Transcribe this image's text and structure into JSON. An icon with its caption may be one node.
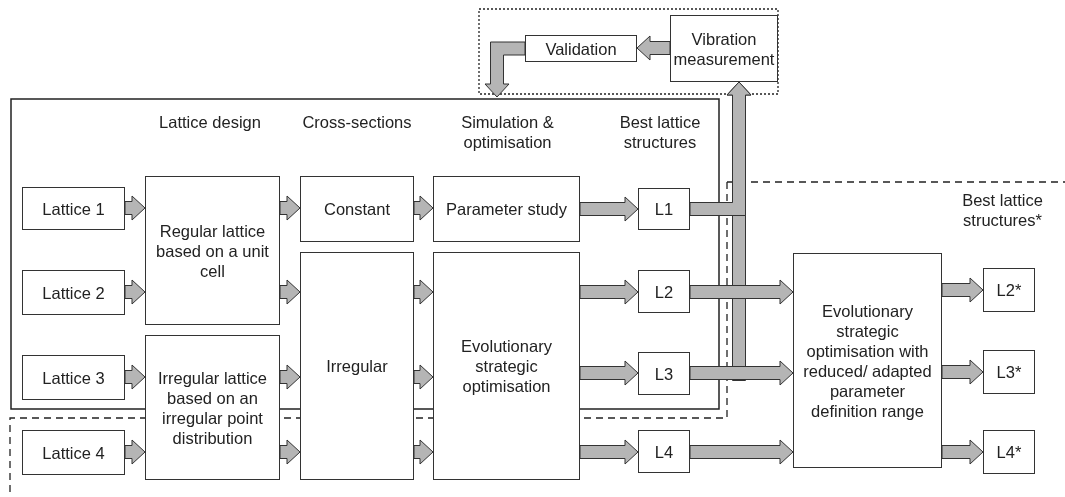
{
  "diagram": {
    "nodes": [
      {
        "text": [],
        "shape": "box"
      },
      {
        "text": [
          "Validation"
        ],
        "in": 0
      },
      {
        "text": [
          "Vibration measurement"
        ],
        "in": 0
      },
      {
        "text": [],
        "shape": "box"
      },
      {
        "text": [
          "Lattice 1"
        ],
        "in": 3
      },
      {
        "text": [
          "Regular lattice based on a unit cell"
        ],
        "in": 3
      },
      {
        "text": [
          "Constant"
        ],
        "in": 3
      },
      {
        "text": [
          "Parameter study"
        ],
        "in": 3
      },
      {
        "text": [
          "L1"
        ],
        "in": 3
      },
      {
        "text": [
          "Lattice 2"
        ],
        "in": 3
      },
      {
        "text": [
          "Irregular"
        ]
      },
      {
        "text": [
          "Evolutionary strategic optimisation"
        ]
      },
      {
        "text": [
          "L2"
        ],
        "in": 3
      },
      {
        "text": [
          "Evolutionary strategic optimisation with reduced/ adapted parameter definition range"
        ]
      },
      {
        "text": [
          "L2*"
        ]
      },
      {
        "text": [
          "Lattice 3"
        ],
        "in": 3
      },
      {
        "text": [
          "Irregular lattice based on an irregular point distribution"
        ]
      },
      {
        "text": [
          "L3"
        ],
        "in": 3
      },
      {
        "text": [
          "L3*"
        ]
      },
      {
        "text": [
          "Lattice 4"
        ]
      },
      {
        "text": [
          "L4"
        ]
      },
      {
        "text": [
          "L4*"
        ]
      }
    ],
    "edges": [
      {
        "from": 2,
        "to": 1,
        "arrow": "to"
      },
      {
        "from": 1,
        "to": 3,
        "arrow": "to"
      },
      {
        "from": 4,
        "to": 5,
        "arrow": "to"
      },
      {
        "from": 9,
        "to": 5,
        "arrow": "to"
      },
      {
        "from": 15,
        "to": 16,
        "arrow": "to"
      },
      {
        "from": 19,
        "to": 16,
        "arrow": "to"
      },
      {
        "from": 5,
        "to": 6,
        "arrow": "to"
      },
      {
        "from": 5,
        "to": 10,
        "arrow": "to"
      },
      {
        "from": 16,
        "to": 10,
        "arrow": "to"
      },
      {
        "from": 16,
        "to": 10,
        "arrow": "to"
      },
      {
        "from": 6,
        "to": 7,
        "arrow": "to"
      },
      {
        "from": 10,
        "to": 11,
        "arrow": "to"
      },
      {
        "from": 10,
        "to": 11,
        "arrow": "to"
      },
      {
        "from": 10,
        "to": 11,
        "arrow": "to"
      },
      {
        "from": 7,
        "to": 8,
        "arrow": "to"
      },
      {
        "from": 11,
        "to": 12,
        "arrow": "to"
      },
      {
        "from": 11,
        "to": 17,
        "arrow": "to"
      },
      {
        "from": 11,
        "to": 20,
        "arrow": "to"
      },
      {
        "from": 8,
        "to": 2,
        "arrow": "to"
      },
      {
        "from": 12,
        "to": 2,
        "arrow": "to"
      },
      {
        "from": 17,
        "to": 2,
        "arrow": "to"
      },
      {
        "from": 12,
        "to": 13,
        "arrow": "to"
      },
      {
        "from": 17,
        "to": 13,
        "arrow": "to"
      },
      {
        "from": 20,
        "to": 13,
        "arrow": "to"
      },
      {
        "from": 13,
        "to": 14,
        "arrow": "to"
      },
      {
        "from": 13,
        "to": 18,
        "arrow": "to"
      },
      {
        "from": 13,
        "to": 21,
        "arrow": "to"
      }
    ],
    "labels": [
      "Lattice design",
      "Cross-sections",
      "Simulation & optimisation",
      "Best lattice structures",
      "Best lattice structures*"
    ]
  }
}
